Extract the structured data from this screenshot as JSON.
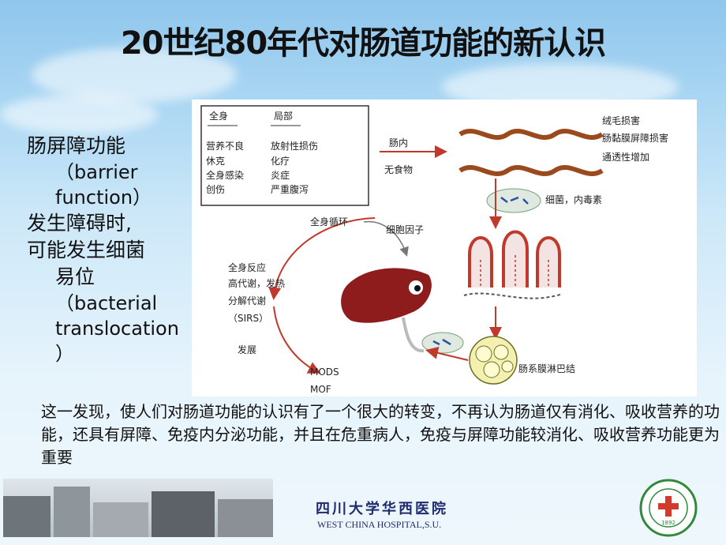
{
  "title": "20世纪80年代对肠道功能的新认识",
  "left_text": {
    "line1": "肠屏障功能",
    "line2": "（barrier",
    "line3": "function）",
    "line4": "发生障碍时,",
    "line5": "可能发生细菌",
    "line6": "易位",
    "line7": "（bacterial",
    "line8": "translocation",
    "line9": "）"
  },
  "figure": {
    "table": {
      "col1_header": "全身",
      "col2_header": "局部",
      "col1_items": [
        "营养不良",
        "休克",
        "全身感染",
        "创伤"
      ],
      "col2_items": [
        "放射性损伤",
        "化疗",
        "炎症",
        "严重腹泻"
      ]
    },
    "gut_lumen": "肠内",
    "no_food": "无食物",
    "villus_damage": "绒毛损害",
    "mucosal_barrier_damage": "肠黏膜屏障损害",
    "permeability_increase": "通透性增加",
    "bacteria_endotoxin": "细菌，内毒素",
    "systemic_circulation": "全身循环",
    "cytokines": "细胞因子",
    "systemic_response": "全身反应",
    "hypermetabolism": "高代谢，发热",
    "catabolism": "分解代谢",
    "sirs": "（SIRS）",
    "develop": "发展",
    "mods": "MODS",
    "mof": "MOF",
    "mesenteric_lymph": "肠系膜淋巴结"
  },
  "summary": "这一发现，使人们对肠道功能的认识有了一个很大的转变，不再认为肠道仅有消化、吸收营养的功能，还具有屏障、免疫内分泌功能，并且在危重病人，免疫与屏障功能较消化、吸收营养功能更为重要",
  "footer": {
    "logo_cn": "四川大学华西医院",
    "logo_en": "WEST CHINA HOSPITAL,S.U.",
    "seal_year": "1892"
  },
  "colors": {
    "gut_red": "#c0392b",
    "gut_brown": "#9b4a1d",
    "liver": "#8e1c1c",
    "logo_blue": "#1f2b6e",
    "seal_green": "#2f8a3a"
  }
}
